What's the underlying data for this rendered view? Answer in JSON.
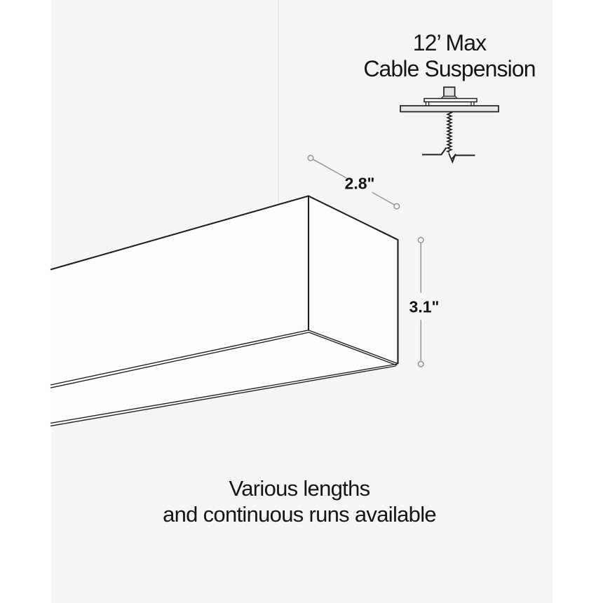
{
  "suspension_note": {
    "line1": "12’ Max",
    "line2": "Cable Suspension"
  },
  "dimensions": {
    "width": "2.8\"",
    "height": "3.1\""
  },
  "tagline": {
    "line1": "Various lengths",
    "line2": "and continuous runs available"
  },
  "colors": {
    "page_background": "#ffffff",
    "image_background": "#f5f5f5",
    "line": "#1f1f1f",
    "dim_line": "#8f8f8f",
    "text": "#151515",
    "face": "#fdfdfd",
    "plate_fill": "#e7e7e7",
    "canopy_fill": "#ffffff",
    "stem_fill": "#e3e3e3",
    "stem_base_fill": "#c6c6c6",
    "cable_hint": "#e7e7e7"
  }
}
